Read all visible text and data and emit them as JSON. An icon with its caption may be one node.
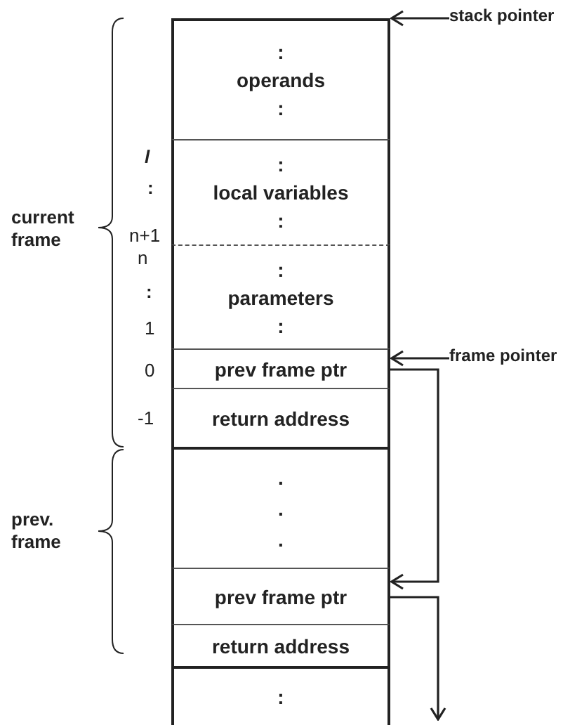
{
  "diagram": {
    "nodes": [
      {
        "text": [
          ":",
          "operands",
          ":"
        ]
      },
      {
        "text": [
          ":",
          "local variables",
          ":"
        ]
      },
      {
        "text": [
          ":",
          "parameters",
          ":"
        ]
      },
      {
        "text": [
          "prev frame ptr"
        ]
      },
      {
        "text": [
          "return address"
        ]
      },
      {
        "text": [
          ". . ."
        ]
      },
      {
        "text": [
          "prev frame ptr"
        ]
      },
      {
        "text": [
          "return address"
        ]
      },
      {
        "text": [
          ":"
        ]
      },
      {
        "text": [
          "stack pointer"
        ]
      },
      {
        "text": [
          "frame pointer"
        ]
      }
    ],
    "edges": [
      {
        "from": 9,
        "to": 0,
        "arrow": "to"
      },
      {
        "from": 10,
        "to": 3,
        "arrow": "to"
      },
      {
        "from": 3,
        "to": 6,
        "arrow": "to"
      },
      {
        "from": 6,
        "to": null,
        "arrow": "to"
      }
    ],
    "labels": [
      "l",
      ":",
      "current frame",
      "n+1",
      "n",
      ":",
      "1",
      "0",
      "-1",
      "prev. frame"
    ]
  }
}
